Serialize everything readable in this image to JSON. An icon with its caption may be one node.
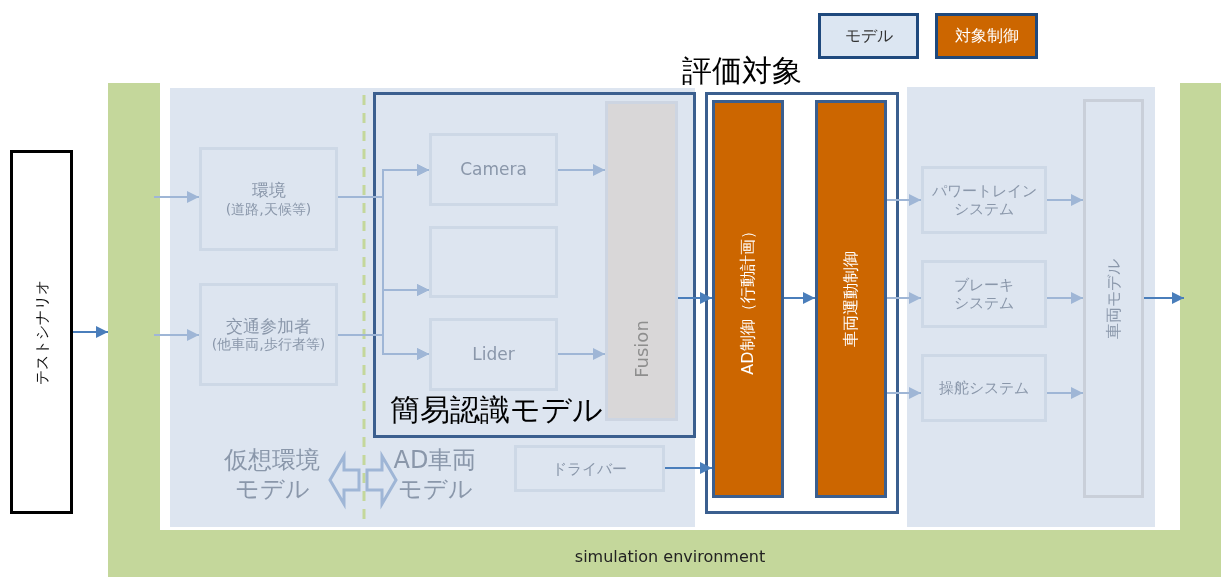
{
  "diagram": {
    "nodes": [
      {
        "text": [
          "simulation environment"
        ]
      },
      {
        "text": [
          "テストシナリオ"
        ]
      },
      {
        "text": [
          "仮想環境モデル"
        ],
        "in": 0
      },
      {
        "text": [
          "AD車両モデル"
        ],
        "in": 0
      },
      {
        "text": [
          "環境",
          "(道路,天候等)"
        ],
        "in": 2
      },
      {
        "text": [
          "交通参加者",
          "(他車両,歩行者等)"
        ],
        "in": 2
      },
      {
        "text": [
          "簡易認識モデル"
        ],
        "in": 3
      },
      {
        "text": [
          "Camera"
        ],
        "in": 6
      },
      {
        "text": [],
        "shape": "box",
        "in": 6
      },
      {
        "text": [
          "Lider"
        ],
        "in": 6
      },
      {
        "text": [
          "Fusion"
        ],
        "in": 6
      },
      {
        "text": [
          "ドライバー"
        ],
        "in": 3
      },
      {
        "text": [
          "評価対象"
        ],
        "in": 0
      },
      {
        "text": [
          "AD制御（行動計画）"
        ],
        "in": 12
      },
      {
        "text": [
          "車両運動制御"
        ],
        "in": 12
      },
      {
        "text": [],
        "shape": "box",
        "in": 0
      },
      {
        "text": [
          "パワートレインシステム"
        ],
        "in": 15
      },
      {
        "text": [
          "ブレーキシステム"
        ],
        "in": 15
      },
      {
        "text": [
          "操舵システム"
        ],
        "in": 15
      },
      {
        "text": [
          "車両モデル"
        ],
        "in": 15
      }
    ],
    "edges": [
      {
        "from": 1,
        "to": 0,
        "arrow": "to",
        "color": "#4a7ebb"
      },
      {
        "from": 0,
        "to": 4,
        "arrow": "to"
      },
      {
        "from": 0,
        "to": 5,
        "arrow": "to"
      },
      {
        "from": 4,
        "to": 7,
        "arrow": "to"
      },
      {
        "from": 4,
        "to": 8,
        "arrow": "to"
      },
      {
        "from": 4,
        "to": 9,
        "arrow": "to"
      },
      {
        "from": 5,
        "to": 7,
        "arrow": "to"
      },
      {
        "from": 5,
        "to": 8,
        "arrow": "to"
      },
      {
        "from": 5,
        "to": 9,
        "arrow": "to"
      },
      {
        "from": 7,
        "to": 10,
        "arrow": "to"
      },
      {
        "from": 9,
        "to": 10,
        "arrow": "to"
      },
      {
        "from": 10,
        "to": 13,
        "arrow": "to",
        "color": "#4a7ebb"
      },
      {
        "from": 11,
        "to": 13,
        "arrow": "to",
        "color": "#4a7ebb"
      },
      {
        "from": 13,
        "to": 14,
        "arrow": "to",
        "color": "#4a7ebb"
      },
      {
        "from": 14,
        "to": 16,
        "arrow": "to"
      },
      {
        "from": 14,
        "to": 17,
        "arrow": "to"
      },
      {
        "from": 14,
        "to": 18,
        "arrow": "to"
      },
      {
        "from": 16,
        "to": 19,
        "arrow": "to"
      },
      {
        "from": 17,
        "to": 19,
        "arrow": "to"
      },
      {
        "from": 18,
        "to": 19,
        "arrow": "to"
      },
      {
        "from": 19,
        "to": 0,
        "arrow": "to",
        "color": "#4a7ebb"
      },
      {
        "from": 2,
        "to": 3,
        "arrow": "both",
        "style": "thick"
      }
    ],
    "legend": [
      {
        "text": "モデル",
        "color": "#dce6f2"
      },
      {
        "text": "対象制御",
        "color": "#cc6600"
      }
    ]
  }
}
